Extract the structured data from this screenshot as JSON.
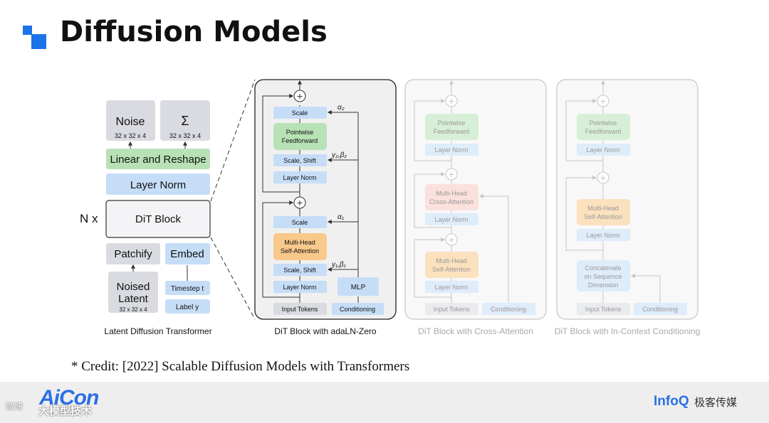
{
  "slide": {
    "title": "Diffusion Models",
    "credit": "* Credit: [2022] Scalable Diffusion Models with Transformers"
  },
  "ldt": {
    "noise": "Noise",
    "noise_dim": "32 x 32 x 4",
    "sigma": "Σ",
    "sigma_dim": "32 x 32 x 4",
    "linear_reshape": "Linear and Reshape",
    "layer_norm": "Layer Norm",
    "nx": "N x",
    "dit_block": "DiT Block",
    "patchify": "Patchify",
    "embed": "Embed",
    "noised": "Noised",
    "latent": "Latent",
    "latent_dim": "32 x 32 x 4",
    "timestep": "Timestep t",
    "label": "Label y",
    "caption": "Latent Diffusion Transformer"
  },
  "adaln": {
    "scale_top": "Scale",
    "pointwise_1": "Pointwise",
    "pointwise_2": "Feedforward",
    "scale_shift_top": "Scale, Shift",
    "layer_norm_top": "Layer Norm",
    "scale_bottom": "Scale",
    "mha_1": "Multi-Head",
    "mha_2": "Self-Attention",
    "scale_shift_bottom": "Scale, Shift",
    "layer_norm_bottom": "Layer Norm",
    "mlp": "MLP",
    "input_tokens": "Input Tokens",
    "conditioning": "Conditioning",
    "alpha2": "α₂",
    "gamma2beta2": "γ₂,β₂",
    "alpha1": "α₁",
    "gamma1beta1": "γ₁,β₁",
    "caption": "DiT Block with adaLN-Zero"
  },
  "cross": {
    "pointwise_1": "Pointwise",
    "pointwise_2": "Feedforward",
    "layer_norm_1": "Layer Norm",
    "mhca_1": "Multi-Head",
    "mhca_2": "Cross-Attention",
    "layer_norm_2": "Layer Norm",
    "mhsa_1": "Multi-Head",
    "mhsa_2": "Self-Attention",
    "layer_norm_3": "Layer Norm",
    "input_tokens": "Input Tokens",
    "conditioning": "Conditioning",
    "caption": "DiT Block with Cross-Attention"
  },
  "incontext": {
    "pointwise_1": "Pointwise",
    "pointwise_2": "Feedforward",
    "layer_norm_1": "Layer Norm",
    "mhsa_1": "Multi-Head",
    "mhsa_2": "Self-Attention",
    "layer_norm_2": "Layer Norm",
    "concat_1": "Concatenate",
    "concat_2": "on Sequence",
    "concat_3": "Dimension",
    "input_tokens": "Input Tokens",
    "conditioning": "Conditioning",
    "caption": "DiT Block with In-Context Conditioning"
  },
  "footer": {
    "aicon": "AiCon",
    "aicon_sub": "大模型技术",
    "weibo_mark": "微博",
    "infoq": "InfoQ",
    "infoq_cn": "极客传媒"
  },
  "colors": {
    "accent": "#1a73e8",
    "gray_box": "#d9dbe1",
    "blue_box": "#c6ddf7",
    "green_box": "#b8e2b6",
    "orange_box": "#f8c98a",
    "red_box": "#f6c9c4"
  }
}
